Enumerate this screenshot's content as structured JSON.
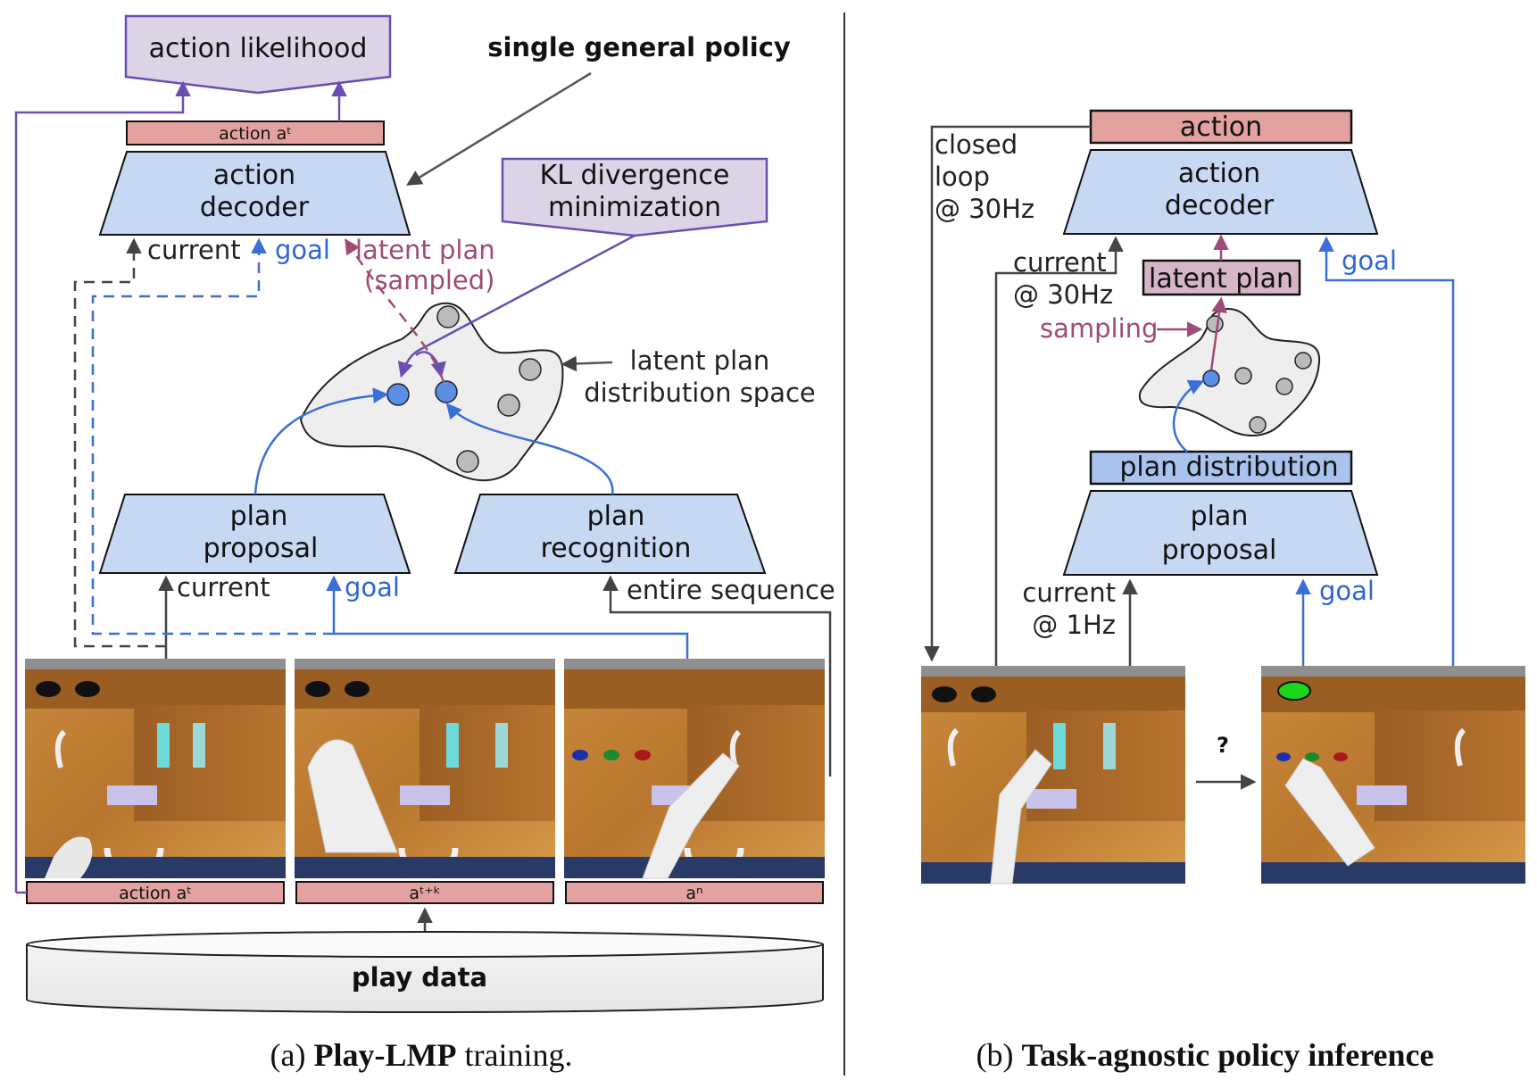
{
  "left": {
    "action_likelihood": "action likelihood",
    "action_bar": "action aᵗ",
    "single_general_policy": "single general policy",
    "action_decoder": [
      "action",
      "decoder"
    ],
    "kl_box": [
      "KL divergence",
      "minimization"
    ],
    "current": "current",
    "goal": "goal",
    "latent_plan_sampled": [
      "latent plan",
      "(sampled)"
    ],
    "latent_space_label": [
      "latent plan",
      "distribution space"
    ],
    "plan_proposal": [
      "plan",
      "proposal"
    ],
    "plan_recognition": [
      "plan",
      "recognition"
    ],
    "pp_current": "current",
    "pp_goal": "goal",
    "entire_sequence": "entire sequence",
    "frame_labels": [
      "action aᵗ",
      "aᵗ⁺ᵏ",
      "aⁿ"
    ],
    "play_data": "play data",
    "caption_prefix": "(a) ",
    "caption_bold": "Play-LMP",
    "caption_suffix": " training."
  },
  "right": {
    "action_bar": "action",
    "action_decoder": [
      "action",
      "decoder"
    ],
    "closed_loop": [
      "closed",
      "loop",
      "@ 30Hz"
    ],
    "current_30": [
      "current",
      "@ 30Hz"
    ],
    "latent_plan": "latent plan",
    "goal": "goal",
    "sampling": "sampling",
    "plan_distribution": "plan distribution",
    "plan_proposal": [
      "plan",
      "proposal"
    ],
    "current_1": [
      "current",
      "@ 1Hz"
    ],
    "goal_bottom": "goal",
    "question": "?",
    "caption_prefix": "(b) ",
    "caption_bold": "Task-agnostic policy inference"
  },
  "colors": {
    "blue_box": "#c7d8f2",
    "purple_box": "#dcd3e7",
    "pink_bar": "#e3a29f",
    "arrow_blue": "#3a6fd6",
    "arrow_purple": "#6a4fb0",
    "arrow_pink": "#a04a78"
  }
}
